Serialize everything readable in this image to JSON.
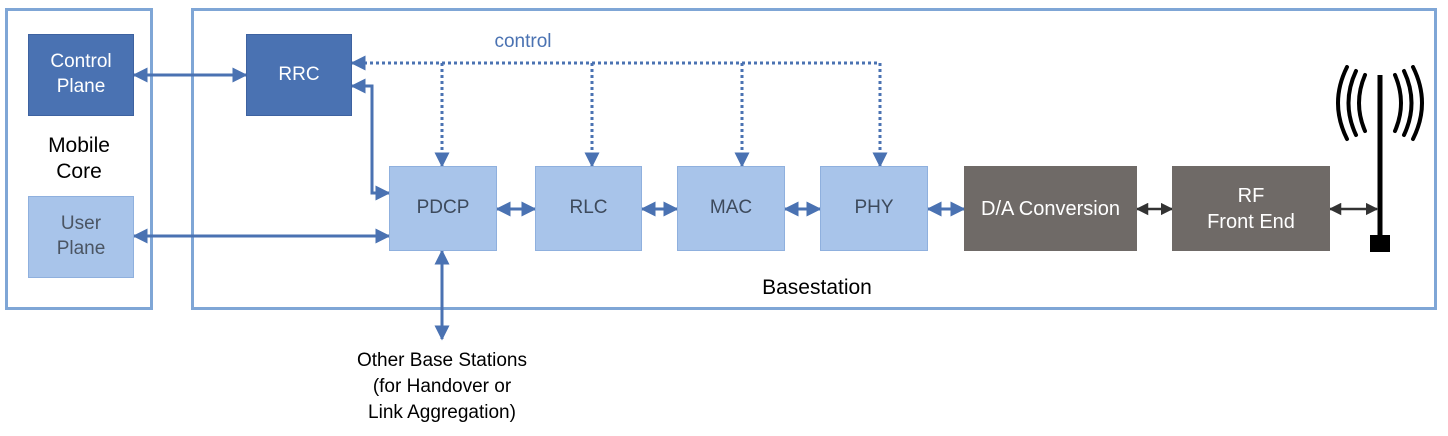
{
  "mobile_core": {
    "label": "Mobile\nCore",
    "control_plane": "Control\nPlane",
    "user_plane": "User\nPlane"
  },
  "basestation": {
    "label": "Basestation",
    "control_label": "control",
    "rrc": "RRC",
    "layers": [
      "PDCP",
      "RLC",
      "MAC",
      "PHY"
    ],
    "da_conversion": "D/A Conversion",
    "rf_front_end": "RF\nFront End"
  },
  "other_base_stations": "Other Base Stations\n(for Handover or\nLink Aggregation)",
  "colors": {
    "container_border": "#7fa6d6",
    "dark_blue": "#4a72b2",
    "light_blue": "#a8c4ea",
    "gray": "#6f6a67",
    "arrow_blue": "#4a72b2",
    "arrow_black": "#333333"
  }
}
